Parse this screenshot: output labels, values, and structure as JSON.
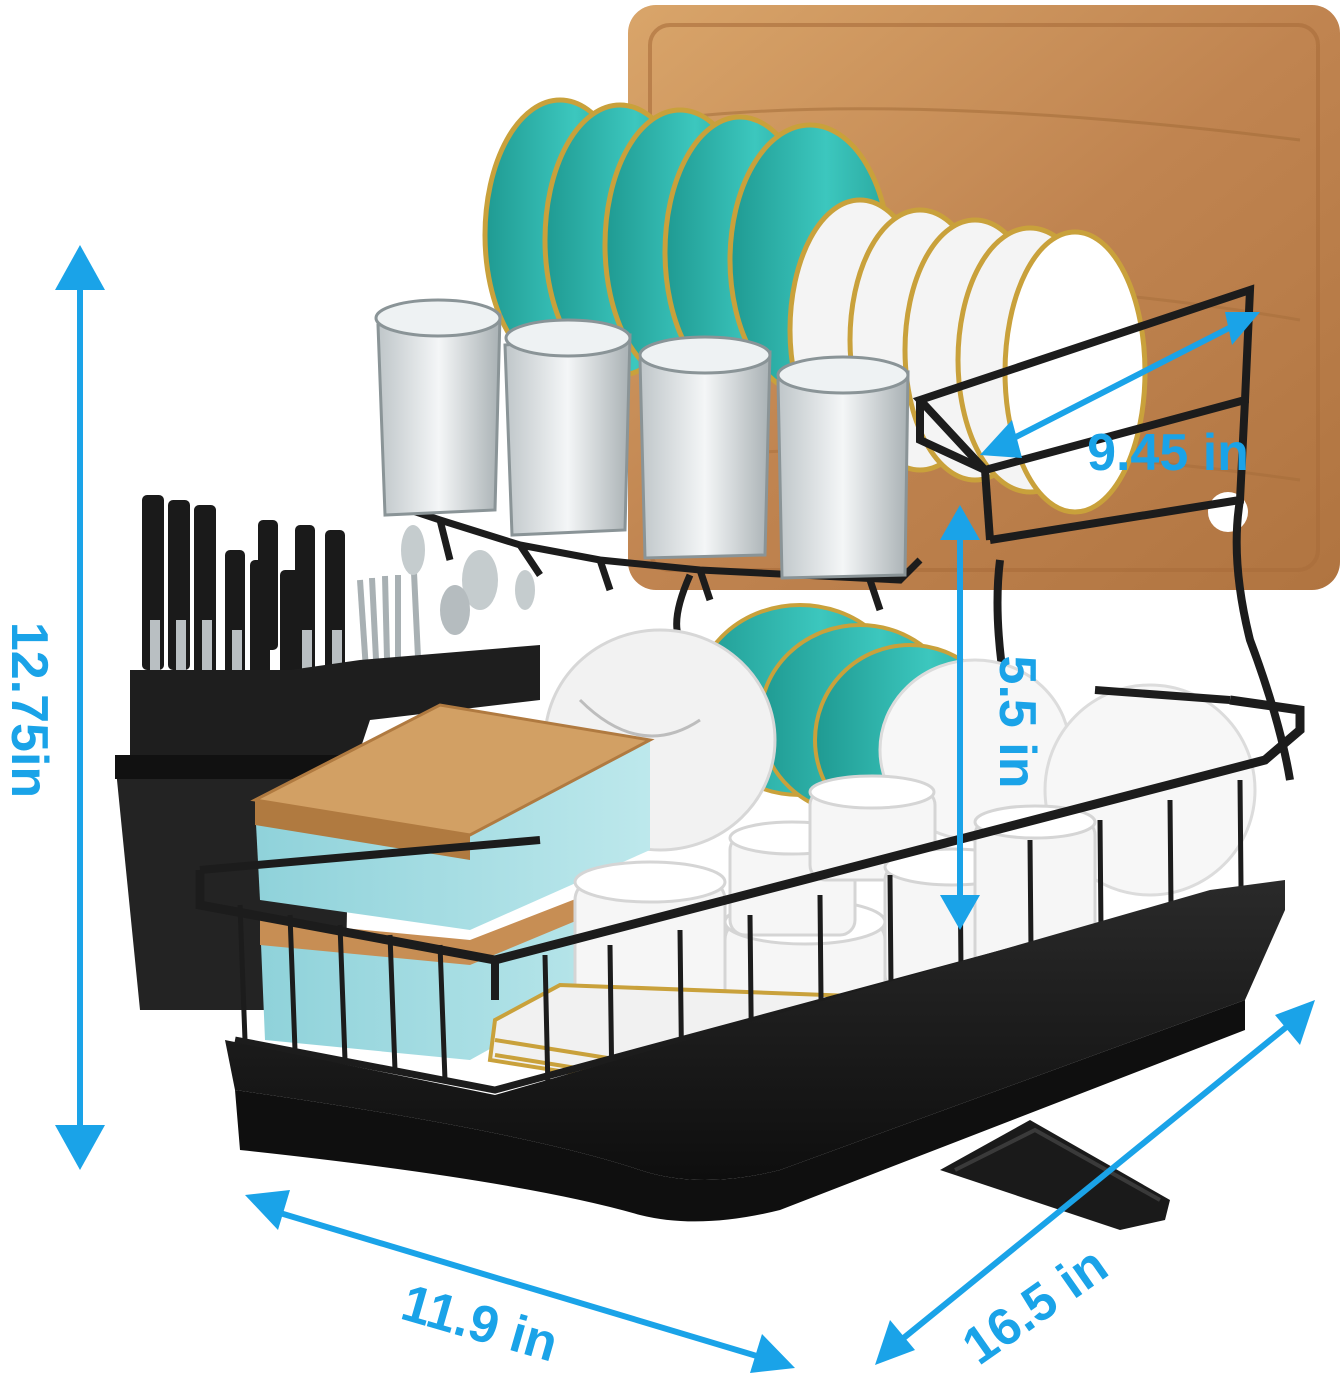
{
  "colors": {
    "arrow": "#1aa3e8",
    "rack": "#1c1c1c",
    "teal": "#2fb5ad",
    "wood": "#c8925a",
    "glass": "#e9eef0",
    "white_dish": "#f4f4f4",
    "gold": "#c9a13b",
    "light_blue_box": "#9bd8df"
  },
  "dimensions": {
    "height": "12.75in",
    "upper_depth": "9.45 in",
    "tier_gap": "5.5 in",
    "width": "11.9 in",
    "depth": "16.5 in"
  },
  "icons": [
    "double-arrow-icon"
  ]
}
